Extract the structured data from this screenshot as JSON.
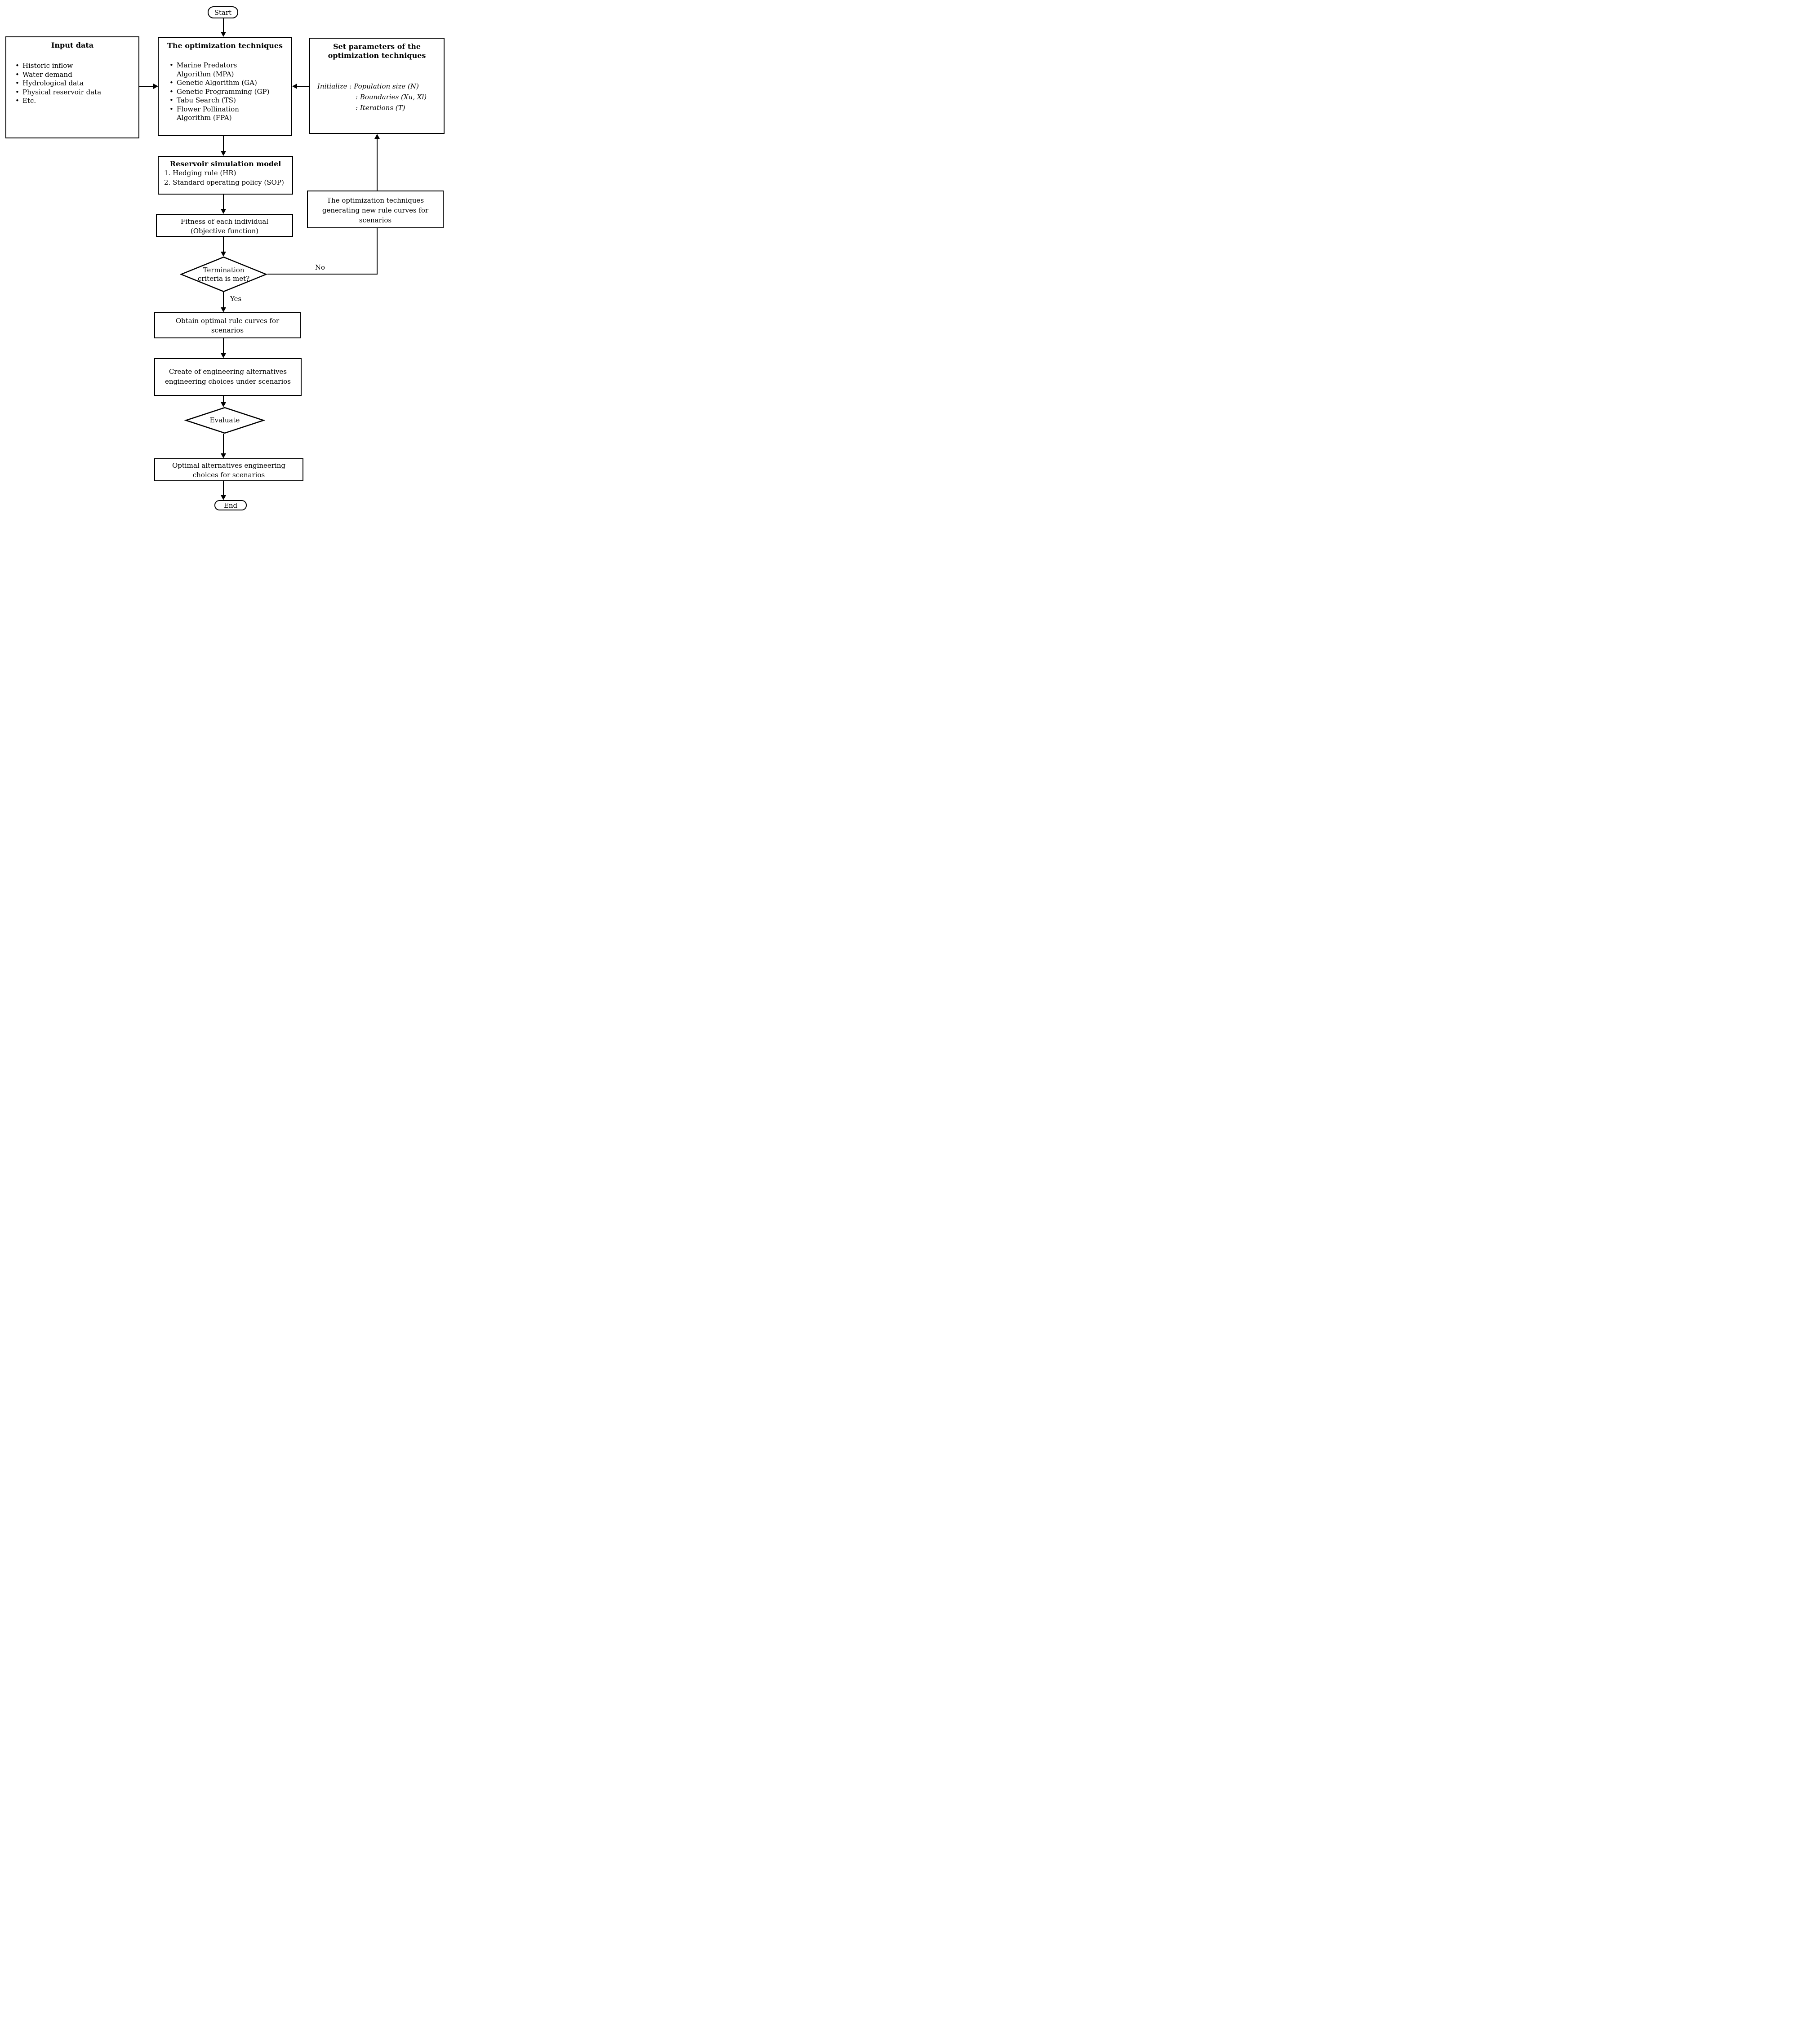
{
  "nodes": {
    "start": {
      "label": "Start"
    },
    "input": {
      "title": "Input data",
      "items": [
        "Historic inflow",
        "Water demand",
        "Hydrological data",
        "Physical reservoir data",
        "Etc."
      ]
    },
    "optimization": {
      "title": "The optimization techniques",
      "items": [
        "Marine Predators Algorithm (MPA)",
        "Genetic Algorithm (GA)",
        "Genetic Programming (GP)",
        "Tabu Search (TS)",
        "Flower Pollination Algorithm (FPA)"
      ]
    },
    "set_parameters": {
      "title": "Set parameters of the optimization techniques",
      "lines": [
        "Initialize : Population size (N)",
        ": Boundaries (Xu, Xl)",
        ": Iterations (T)"
      ]
    },
    "reservoir": {
      "title": "Reservoir simulation model",
      "items": [
        "1. Hedging rule (HR)",
        "2. Standard operating policy (SOP)"
      ]
    },
    "fitness": {
      "lines": [
        "Fitness of each individual",
        "(Objective function)"
      ]
    },
    "termination": {
      "lines": [
        "Termination",
        "criteria is met?"
      ]
    },
    "generating": {
      "lines": [
        "The optimization techniques",
        "generating new rule curves for",
        "scenarios"
      ]
    },
    "obtain": {
      "lines": [
        "Obtain optimal rule curves for",
        "scenarios"
      ]
    },
    "create": {
      "lines": [
        "Create of engineering alternatives",
        "engineering choices under scenarios"
      ]
    },
    "evaluate": {
      "label": "Evaluate"
    },
    "optimal": {
      "lines": [
        "Optimal alternatives engineering",
        "choices for scenarios"
      ]
    },
    "end": {
      "label": "End"
    }
  },
  "edges": {
    "yes_label": "Yes",
    "no_label": "No"
  },
  "colors": {
    "line": "#000000",
    "text": "#000000",
    "background": "#ffffff"
  }
}
